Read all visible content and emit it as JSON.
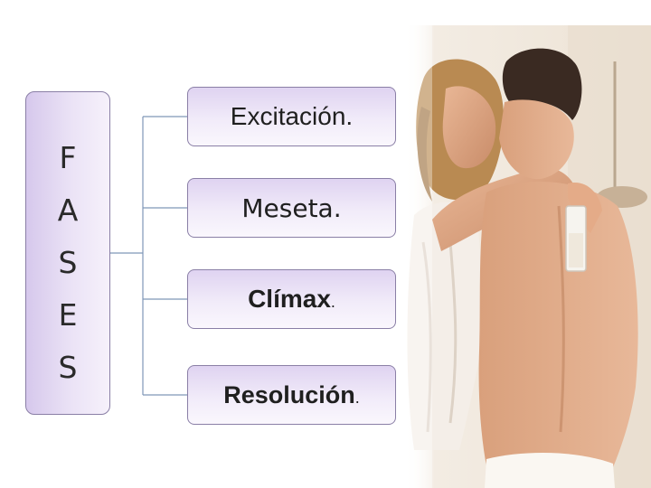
{
  "title_column": {
    "letters": [
      "F",
      "A",
      "S",
      "E",
      "S"
    ]
  },
  "phases": [
    {
      "text": "Excitación.",
      "dot": ""
    },
    {
      "text": "Meseta.",
      "dot": ""
    },
    {
      "text": "Clímax",
      "dot": "."
    },
    {
      "text": "Resolución",
      "dot": "."
    }
  ],
  "colors": {
    "box_fill": "#e6dcf4",
    "box_border": "#8a7fa6",
    "connector": "#7f97b8"
  },
  "image": {
    "subject": "couple embracing photo"
  }
}
